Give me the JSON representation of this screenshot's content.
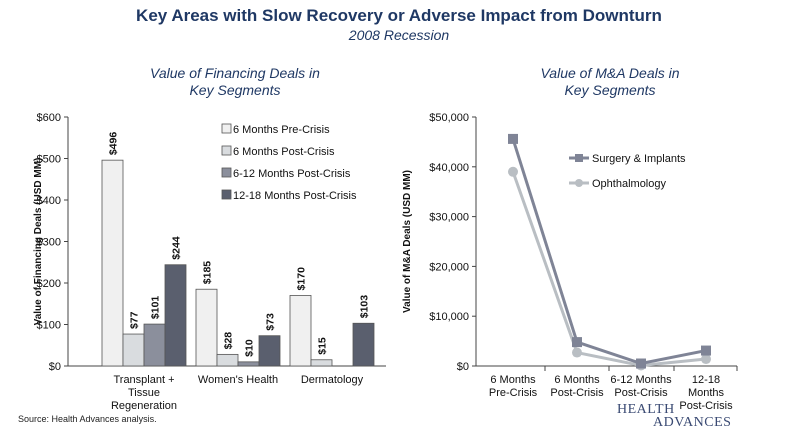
{
  "header": {
    "title": "Key Areas with Slow Recovery or Adverse Impact from Downturn",
    "subtitle": "2008 Recession"
  },
  "source": "Source:  Health Advances analysis.",
  "logo": {
    "line1": "HEALTH",
    "line2": "ADVANCES"
  },
  "chart_data": [
    {
      "type": "bar",
      "title": "Value of Financing Deals in Key Segments",
      "title_lines": [
        "Value of Financing Deals in",
        "Key Segments"
      ],
      "ylabel": "Value of Financing Deals (USD MM)",
      "xlabel": "",
      "ylim": [
        0,
        600
      ],
      "yticks": [
        "$0",
        "$100",
        "$200",
        "$300",
        "$400",
        "$500",
        "$600"
      ],
      "categories": [
        [
          "Transplant +",
          "Tissue",
          "Regeneration"
        ],
        [
          "Women's Health"
        ],
        [
          "Dermatology"
        ]
      ],
      "series": [
        {
          "name": "6 Months Pre-Crisis",
          "color": "#f0f0f0",
          "values": [
            496,
            185,
            170
          ],
          "labels": [
            "$496",
            "$185",
            "$170"
          ]
        },
        {
          "name": "6 Months Post-Crisis",
          "color": "#d9dcdf",
          "values": [
            77,
            28,
            15
          ],
          "labels": [
            "$77",
            "$28",
            "$15"
          ]
        },
        {
          "name": "6-12 Months Post-Crisis",
          "color": "#8b8f9c",
          "values": [
            101,
            10,
            0
          ],
          "labels": [
            "$101",
            "$10",
            ""
          ]
        },
        {
          "name": "12-18 Months Post-Crisis",
          "color": "#5a5f6e",
          "values": [
            244,
            73,
            103
          ],
          "labels": [
            "$244",
            "$73",
            "$103"
          ]
        }
      ],
      "legend_position": "top-right",
      "grid": false
    },
    {
      "type": "line",
      "title": "Value of M&A Deals in Key Segments",
      "title_lines": [
        "Value of M&A Deals in",
        "Key Segments"
      ],
      "ylabel": "Value of M&A Deals (USD MM)",
      "xlabel": "",
      "ylim": [
        0,
        50000
      ],
      "yticks": [
        "$0",
        "$10,000",
        "$20,000",
        "$30,000",
        "$40,000",
        "$50,000"
      ],
      "categories": [
        [
          "6 Months",
          "Pre-Crisis"
        ],
        [
          "6 Months",
          "Post-Crisis"
        ],
        [
          "6-12 Months",
          "Post-Crisis"
        ],
        [
          "12-18",
          "Months",
          "Post-Crisis"
        ]
      ],
      "series": [
        {
          "name": "Surgery & Implants",
          "color": "#7f8496",
          "marker": "square",
          "values": [
            45600,
            4800,
            500,
            3100
          ]
        },
        {
          "name": "Ophthalmology",
          "color": "#b9bec3",
          "marker": "circle",
          "values": [
            39000,
            2700,
            100,
            1400
          ]
        }
      ],
      "legend_position": "top-right",
      "grid": false
    }
  ]
}
